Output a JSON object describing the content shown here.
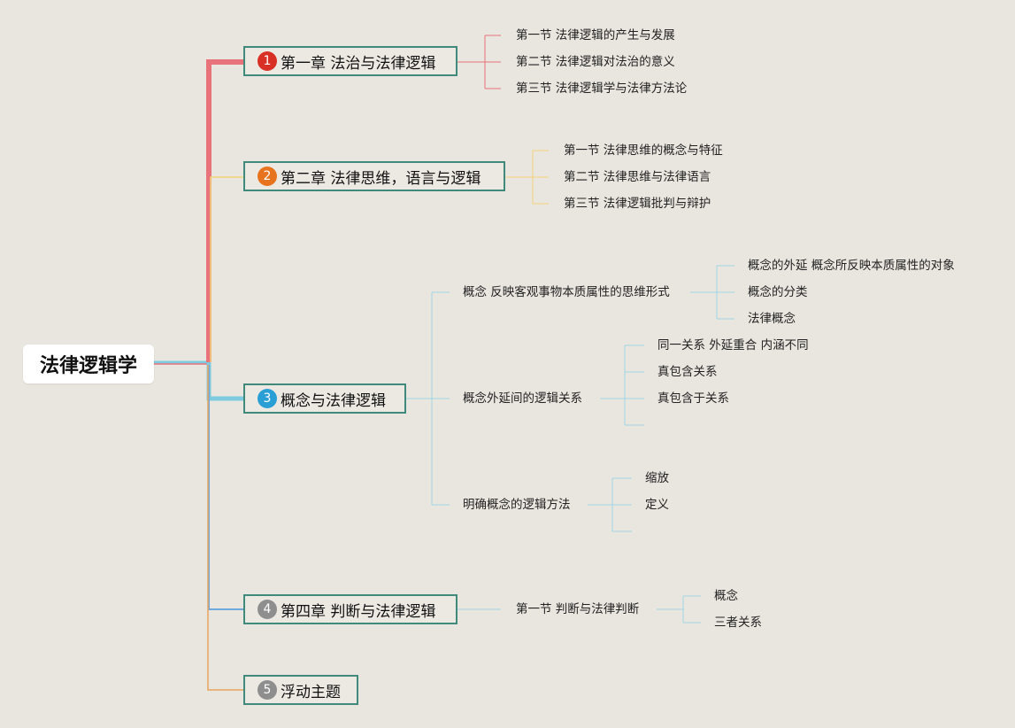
{
  "root": {
    "label": "法律逻辑学"
  },
  "chapters": [
    {
      "num": "1",
      "label": "第一章 法治与法律逻辑",
      "color": "#d93025",
      "sections": [
        "第一节 法律逻辑的产生与发展",
        "第二节 法律逻辑对法治的意义",
        "第三节 法律逻辑学与法律方法论"
      ]
    },
    {
      "num": "2",
      "label": "第二章 法律思维，语言与逻辑",
      "color": "#e8731f",
      "sections": [
        "第一节 法律思维的概念与特征",
        "第二节 法律思维与法律语言",
        "第三节 法律逻辑批判与辩护"
      ]
    },
    {
      "num": "3",
      "label": "概念与法律逻辑",
      "color": "#2a9fd6",
      "sub": [
        {
          "label": "概念 反映客观事物本质属性的思维形式",
          "items": [
            "概念的外延 概念所反映本质属性的对象",
            "概念的分类",
            "法律概念"
          ]
        },
        {
          "label": "概念外延间的逻辑关系",
          "items": [
            "同一关系 外延重合 内涵不同",
            "真包含关系",
            "真包含于关系"
          ]
        },
        {
          "label": "明确概念的逻辑方法",
          "items": [
            "缩放",
            "定义"
          ]
        }
      ]
    },
    {
      "num": "4",
      "label": "第四章 判断与法律逻辑",
      "color": "#8e8e8e",
      "sub": [
        {
          "label": "第一节 判断与法律判断",
          "items": [
            "概念",
            "三者关系"
          ]
        }
      ]
    },
    {
      "num": "5",
      "label": "浮动主题",
      "color": "#8e8e8e"
    }
  ],
  "colors": {
    "red": "#e8737a",
    "yellow": "#f2d37a",
    "blue": "#7ecbe0",
    "orange": "#e9a45e",
    "border": "#3f8a7a"
  }
}
